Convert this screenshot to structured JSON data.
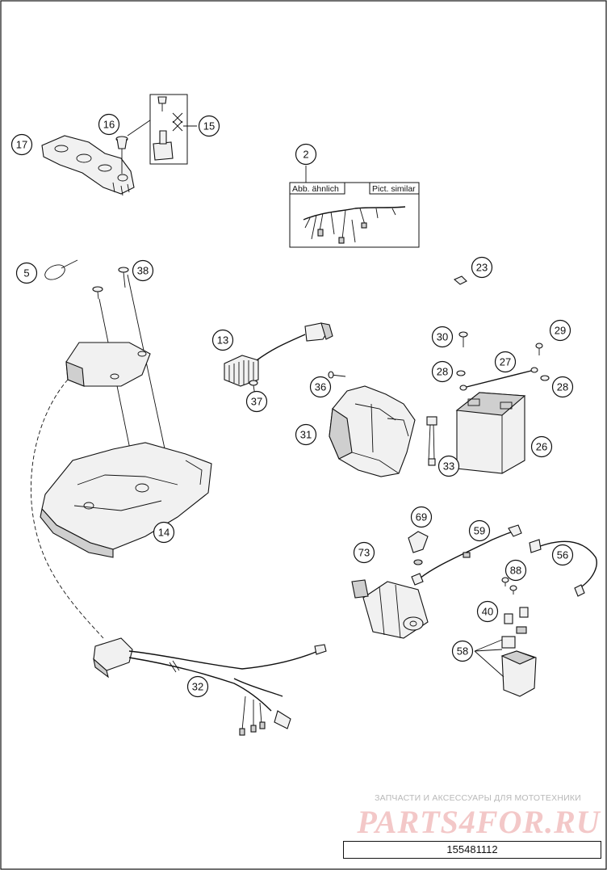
{
  "diagram": {
    "callouts": [
      "2",
      "5",
      "13",
      "14",
      "15",
      "16",
      "17",
      "23",
      "26",
      "27",
      "28",
      "28",
      "29",
      "30",
      "31",
      "32",
      "33",
      "36",
      "37",
      "38",
      "40",
      "56",
      "58",
      "59",
      "69",
      "73",
      "88"
    ],
    "harness_box": {
      "label_left": "Abb. ähnlich",
      "label_right": "Pict. similar"
    }
  },
  "watermark": {
    "tagline": "ЗАПЧАСТИ И АКСЕССУАРЫ ДЛЯ МОТОТЕХНИКИ",
    "logo": "PARTS4FOR.RU"
  },
  "document_number": "155481112"
}
